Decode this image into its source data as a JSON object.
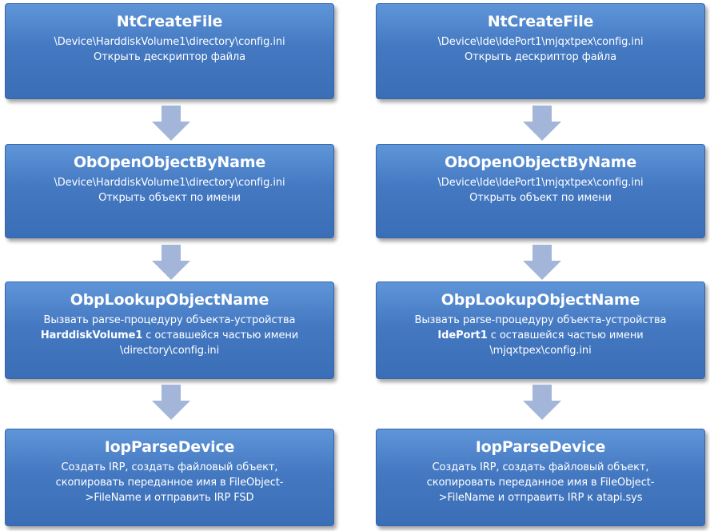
{
  "left": {
    "box1": {
      "title": "NtCreateFile",
      "line1": "\\Device\\HarddiskVolume1\\directory\\config.ini",
      "line2": "Открыть дескриптор файла"
    },
    "box2": {
      "title": "ObOpenObjectByName",
      "line1": "\\Device\\HarddiskVolume1\\directory\\config.ini",
      "line2": "Открыть объект по имени"
    },
    "box3": {
      "title": "ObpLookupObjectName",
      "line1": "Вызвать parse-процедуру объекта-устройства",
      "line2_bold": "HarddiskVolume1",
      "line2_rest": " с оставшейся частью имени",
      "line3": "\\directory\\config.ini"
    },
    "box4": {
      "title": "IopParseDevice",
      "line1": "Создать IRP, создать файловый объект,",
      "line2": "скопировать переданное имя в FileObject-",
      "line3": ">FileName и отправить IRP FSD"
    }
  },
  "right": {
    "box1": {
      "title": "NtCreateFile",
      "line1": "\\Device\\Ide\\IdePort1\\mjqxtpex\\config.ini",
      "line2": "Открыть дескриптор файла"
    },
    "box2": {
      "title": "ObOpenObjectByName",
      "line1": "\\Device\\Ide\\IdePort1\\mjqxtpex\\config.ini",
      "line2": "Открыть объект по имени"
    },
    "box3": {
      "title": "ObpLookupObjectName",
      "line1": "Вызвать parse-процедуру объекта-устройства",
      "line2_bold": "IdePort1",
      "line2_rest": " с оставшейся частью имени",
      "line3": "\\mjqxtpex\\config.ini"
    },
    "box4": {
      "title": "IopParseDevice",
      "line1": "Создать IRP, создать файловый объект,",
      "line2": "скопировать переданное имя в FileObject-",
      "line3": ">FileName и отправить IRP к atapi.sys"
    }
  },
  "colors": {
    "box_fill": "#4479c2",
    "box_border": "#3566ac",
    "arrow_fill": "#a3b6d9",
    "text": "#ffffff"
  }
}
